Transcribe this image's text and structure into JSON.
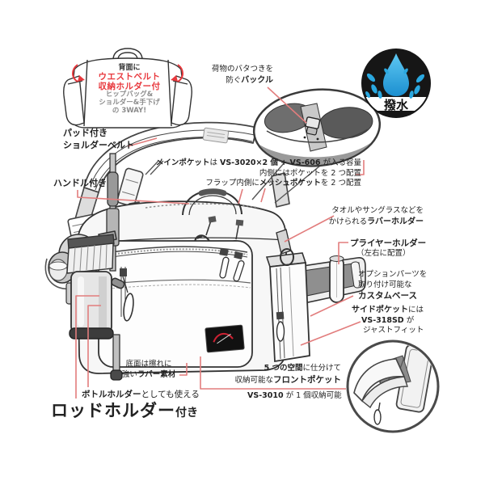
{
  "colors": {
    "accent_red": "#e8383d",
    "annotation_line": "#e27d7d",
    "water_blue": "#29a8e0",
    "ink": "#3a3a3a"
  },
  "badge_3way": {
    "back_label": "背面に",
    "red_line1": "ウエストベルト",
    "red_line2": "収納ホルダー付",
    "gray_line1": "ヒップバッグ&",
    "gray_line2": "ショルダー&手下げ",
    "gray_line3": "の 3WAY!"
  },
  "water_repellent": {
    "label": "撥水"
  },
  "labels": {
    "shoulder_pad": {
      "line1": "パッド付き",
      "line2": "ショルダーベルト"
    },
    "handle": {
      "text": "ハンドル付き"
    },
    "buckle": {
      "line1": "荷物のバタつきを",
      "line2_normal": "防ぐ",
      "line2_bold": "バックル"
    },
    "main_pocket": {
      "l1_bold1": "メインポケット",
      "l1_normal1": "は ",
      "l1_bold2": "VS-3020×2 個 + VS-606",
      "l1_normal2": " が入る容量",
      "l2": "内側にはポケットを 2 つ配置",
      "l3_normal1": "フラップ内側に",
      "l3_bold": "メッシュポケット",
      "l3_normal2": "を 2 つ配置"
    },
    "rubber_holder": {
      "line1": "タオルやサングラスなどを",
      "line2_normal": "かけられる",
      "line2_bold": "ラバーホルダー"
    },
    "plier_holder": {
      "line1": "プライヤーホルダー",
      "line2": "（左右に配置）"
    },
    "custom_base": {
      "line1": "オプションパーツを",
      "line2": "取り付け可能な",
      "line3": "カスタムベース"
    },
    "side_pocket": {
      "l1_bold": "サイドポケット",
      "l1_normal": "には",
      "l2_bold": "VS-318SD",
      "l2_normal": " が",
      "line3": "ジャストフィット"
    },
    "bottom_rubber": {
      "line1": "底面は擦れに",
      "l2_normal": "強い",
      "l2_bold": "ラバー素材"
    },
    "front_pocket": {
      "l1_bold": "5 つの空間",
      "l1_normal": "に仕分けて",
      "l2_normal": "収納可能な",
      "l2_bold": "フロントポケット",
      "l3_bold": "VS-3010",
      "l3_normal": " が 1 個収納可能"
    },
    "bottle_holder": {
      "bold": "ボトルホルダー",
      "normal": "としても使える"
    },
    "rod_holder": {
      "big": "ロッドホルダー",
      "suffix": "付き"
    }
  }
}
